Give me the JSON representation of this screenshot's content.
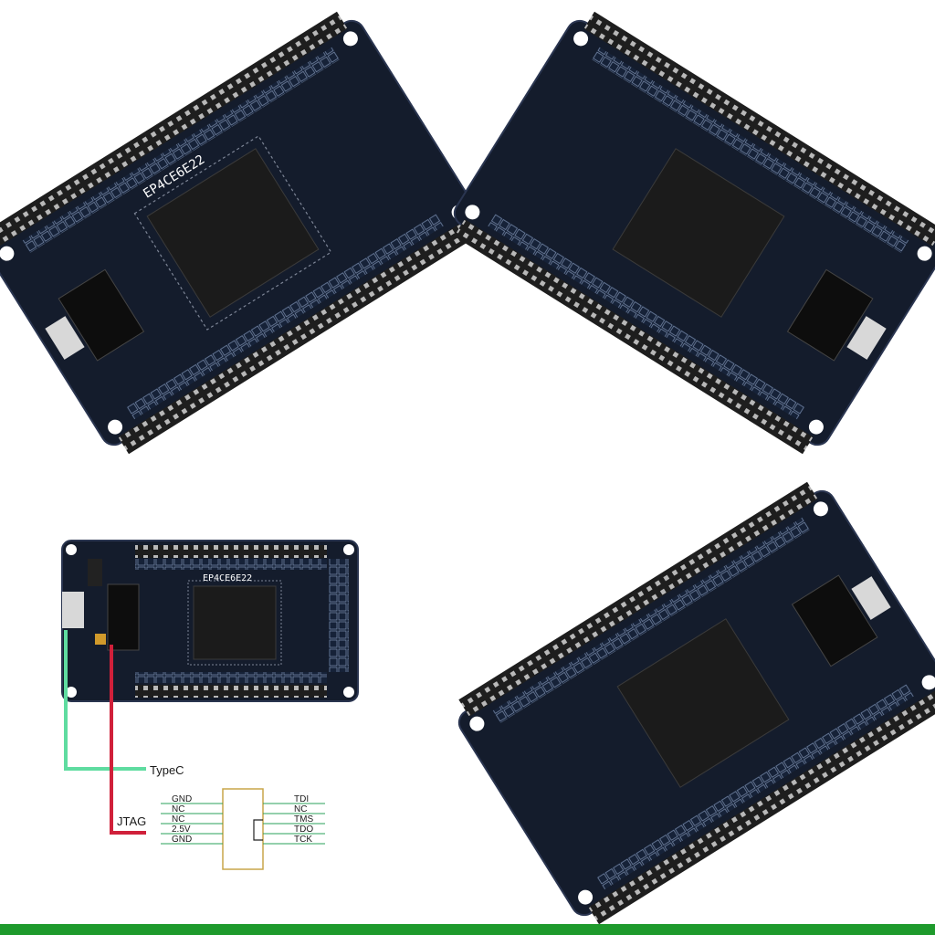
{
  "board": {
    "chip_label": "EP4CE6E22"
  },
  "diagram": {
    "typec_label": "TypeC",
    "jtag_label": "JTAG",
    "left_pins": [
      "GND",
      "NC",
      "NC",
      "2.5V",
      "GND"
    ],
    "right_pins": [
      "TDI",
      "NC",
      "TMS",
      "TDO",
      "TCK"
    ],
    "typec_line_color": "#5fdca0",
    "jtag_line_color": "#d0203a"
  },
  "colors": {
    "pcb": "#141c2c",
    "accent_bar": "#1e9a2c"
  }
}
